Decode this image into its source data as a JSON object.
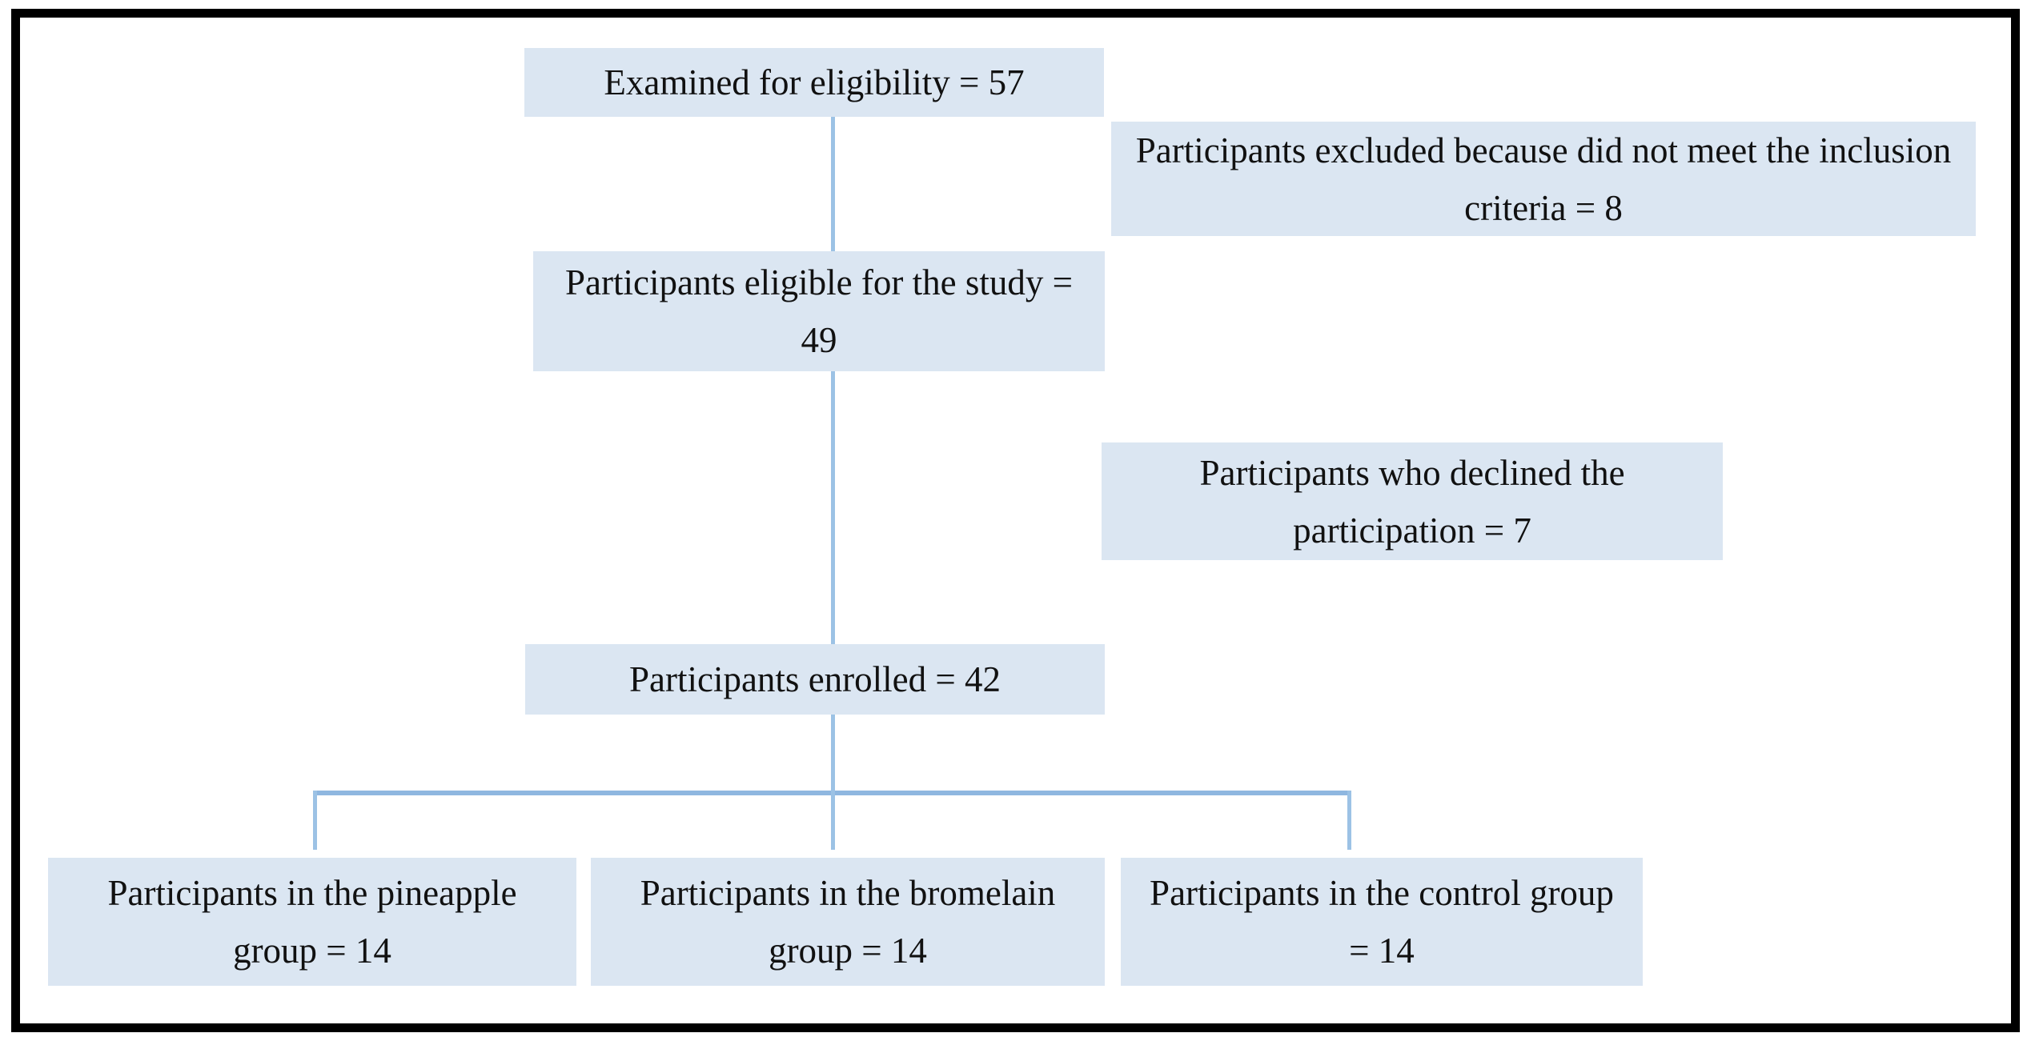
{
  "diagram_type": "participant-flow-chart",
  "colors": {
    "box_fill": "#dbe6f2",
    "connector_vertical": "#9cc2e5",
    "connector_horizontal": "#8fb7e0",
    "frame_border": "#000000",
    "background": "#ffffff",
    "text": "#111111"
  },
  "flowchart": {
    "nodes": {
      "examined": {
        "label": "Examined for eligibility = 57",
        "value": 57
      },
      "excluded": {
        "label": "Participants excluded because did not meet the inclusion criteria = 8",
        "value": 8
      },
      "eligible": {
        "label": "Participants eligible for the study = 49",
        "value": 49
      },
      "declined": {
        "label": "Participants who declined the participation = 7",
        "value": 7
      },
      "enrolled": {
        "label": "Participants enrolled = 42",
        "value": 42
      },
      "pineapple": {
        "label": "Participants in the pineapple group = 14",
        "value": 14
      },
      "bromelain": {
        "label": "Participants in the bromelain group = 14",
        "value": 14
      },
      "control": {
        "label": "Participants in the control group = 14",
        "value": 14
      }
    },
    "edges": [
      {
        "from": "examined",
        "to": "eligible"
      },
      {
        "from": "eligible",
        "to": "enrolled"
      },
      {
        "from": "enrolled",
        "to": "pineapple"
      },
      {
        "from": "enrolled",
        "to": "bromelain"
      },
      {
        "from": "enrolled",
        "to": "control"
      }
    ]
  }
}
